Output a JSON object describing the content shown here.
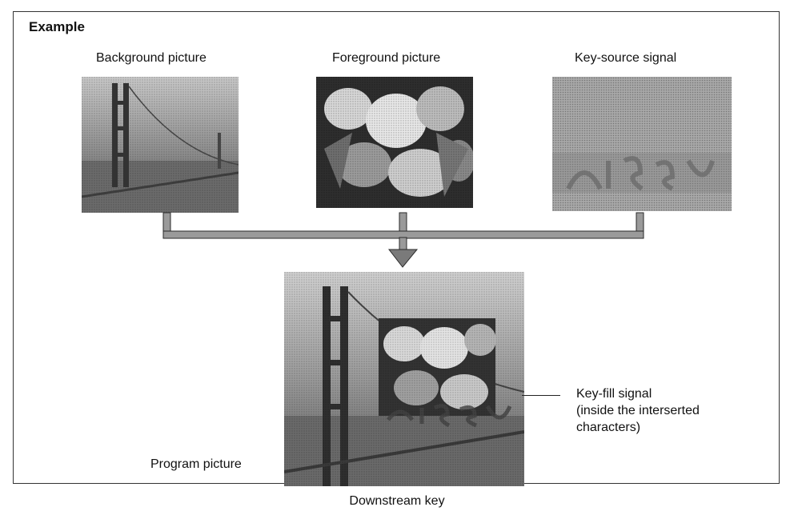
{
  "example": {
    "heading": "Example"
  },
  "inputs": {
    "background_label": "Background picture",
    "foreground_label": "Foreground picture",
    "key_source_label": "Key-source signal"
  },
  "output": {
    "program_label": "Program picture",
    "key_fill": {
      "line1": "Key-fill signal",
      "line2": "(inside the interserted",
      "line3": "characters)"
    }
  },
  "caption": "Downstream key",
  "colors": {
    "frame": "#333333",
    "connector": "#9a9a9a",
    "connector_edge": "#2a2a2a"
  }
}
